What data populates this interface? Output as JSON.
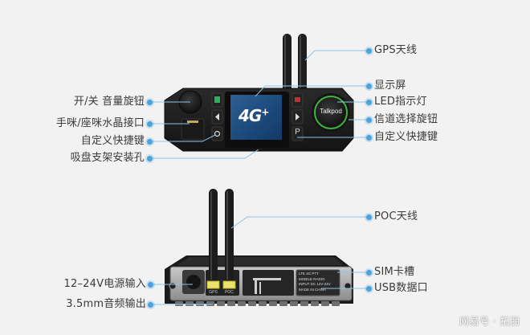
{
  "diagram": {
    "accent_color": "#4aa3df",
    "top_device": {
      "name": "front-panel",
      "screen_text": "4G",
      "screen_superscript": "+",
      "knob_brand": "Talkpod",
      "key_p_label": "P",
      "labels_left": [
        {
          "id": "power-volume-knob",
          "text": "开/关 音量旋钮"
        },
        {
          "id": "mic-connector",
          "text": "手咪/座咪水晶接口"
        },
        {
          "id": "custom-shortcut-left",
          "text": "自定义快捷键"
        },
        {
          "id": "suction-mount-hole",
          "text": "吸盘支架安装孔"
        }
      ],
      "labels_right": [
        {
          "id": "gps-antenna",
          "text": "GPS天线"
        },
        {
          "id": "display",
          "text": "显示屏"
        },
        {
          "id": "led-indicator",
          "text": "LED指示灯"
        },
        {
          "id": "channel-knob",
          "text": "信道选择旋钮"
        },
        {
          "id": "custom-shortcut-right",
          "text": "自定义快捷键"
        }
      ]
    },
    "bottom_device": {
      "name": "rear-panel",
      "antenna_port_labels": [
        "GPS",
        "POC"
      ],
      "nameplate_lines": [
        "LTE 4G PTT",
        "MOBILE RADIO",
        "INPUT DC 12V-24V",
        "MADE IN CHINA"
      ],
      "labels_left": [
        {
          "id": "power-input",
          "text": "12–24V电源输入"
        },
        {
          "id": "audio-output",
          "text": "3.5mm音频输出"
        }
      ],
      "labels_right": [
        {
          "id": "poc-antenna",
          "text": "POC天线"
        },
        {
          "id": "sim-slot",
          "text": "SIM卡槽"
        },
        {
          "id": "usb-port",
          "text": "USB数据口"
        }
      ]
    },
    "watermark": "网易号 · 拓朋"
  }
}
